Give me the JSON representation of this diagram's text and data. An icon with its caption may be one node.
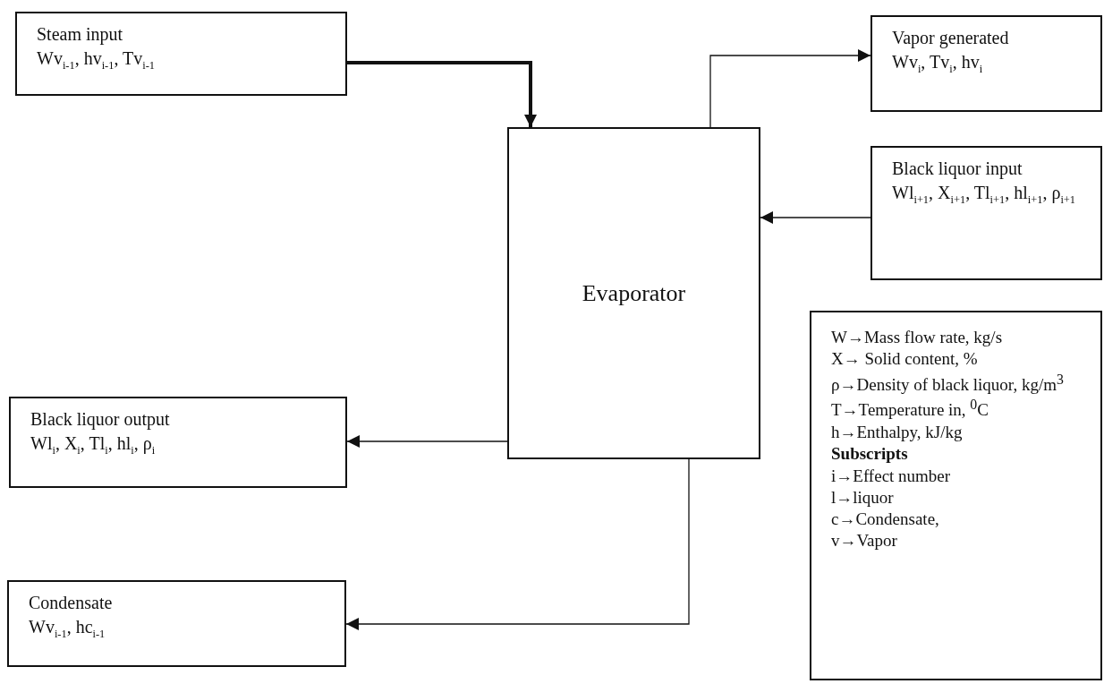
{
  "diagram": {
    "nodes": [
      {
        "text": [
          "Steam input",
          "Wv$_{i-1}$, hv$_{i-1}$, Tv$_{i-1}$"
        ]
      },
      {
        "text": [
          "Vapor generated",
          "Wv$_{i}$, Tv$_{i}$, hv$_{i}$"
        ]
      },
      {
        "text": [
          "Evaporator"
        ]
      },
      {
        "text": [
          "Black liquor input",
          "Wl$_{i+1}$, X$_{i+1}$, Tl$_{i+1}$, hl$_{i+1}$, ρ$_{i+1}$"
        ]
      },
      {
        "text": [
          "Black liquor output",
          "Wl$_{i}$, X$_{i}$, Tl$_{i}$, hl$_{i}$, ρ$_{i}$"
        ]
      },
      {
        "text": [
          "Condensate",
          "Wv$_{i-1}$, hc$_{i-1}$"
        ]
      },
      {
        "text": [
          "W→Mass flow rate, kg/s",
          "X→ Solid content, %",
          "ρ→Density of black liquor, kg/m$^{3}$",
          "T→Temperature in, $^{0}$C",
          "h→Enthalpy, kJ/kg",
          "**Subscripts**",
          "i→Effect number",
          "l→liquor",
          "c→Condensate,",
          "v→Vapor"
        ]
      }
    ],
    "edges": [
      {
        "from": 0,
        "to": 2,
        "arrow": "to",
        "style": "thick"
      },
      {
        "from": 2,
        "to": 1,
        "arrow": "to"
      },
      {
        "from": 3,
        "to": 2,
        "arrow": "to"
      },
      {
        "from": 2,
        "to": 4,
        "arrow": "to"
      },
      {
        "from": 2,
        "to": 5,
        "arrow": "to"
      }
    ]
  }
}
